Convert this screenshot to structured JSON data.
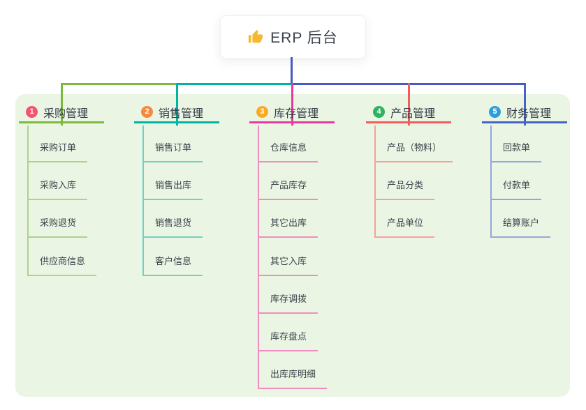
{
  "root": {
    "label": "ERP 后台",
    "icon": "thumbs-up-icon",
    "icon_color": "#f5b82e"
  },
  "colors": {
    "page_bg": "#ffffff",
    "panel_bg": "#eaf6e3",
    "root_connector": "#4759c4",
    "header_text": "#353c48",
    "child_text": "#3c424d"
  },
  "branches": [
    {
      "id": "purchase",
      "badge": "1",
      "badge_color": "#f1566e",
      "label": "采购管理",
      "line_color": "#7cb93e",
      "child_line_color": "#aad488",
      "children": [
        "采购订单",
        "采购入库",
        "采购退货",
        "供应商信息"
      ]
    },
    {
      "id": "sales",
      "badge": "2",
      "badge_color": "#f6893e",
      "label": "销售管理",
      "line_color": "#00b3a3",
      "child_line_color": "#72cfc4",
      "children": [
        "销售订单",
        "销售出库",
        "销售退货",
        "客户信息"
      ]
    },
    {
      "id": "inventory",
      "badge": "3",
      "badge_color": "#f9ab26",
      "label": "库存管理",
      "line_color": "#e83a9c",
      "child_line_color": "#f18cc3",
      "children": [
        "仓库信息",
        "产品库存",
        "其它出库",
        "其它入库",
        "库存调拨",
        "库存盘点",
        "出库库明细"
      ]
    },
    {
      "id": "product",
      "badge": "4",
      "badge_color": "#2eb460",
      "label": "产品管理",
      "line_color": "#f45c5c",
      "child_line_color": "#f8a0a0",
      "children": [
        "产品（物料）",
        "产品分类",
        "产品单位"
      ]
    },
    {
      "id": "finance",
      "badge": "5",
      "badge_color": "#2d9edb",
      "label": "财务管理",
      "line_color": "#4564c6",
      "child_line_color": "#93a7dd",
      "children": [
        "回款单",
        "付款单",
        "结算账户"
      ]
    }
  ]
}
